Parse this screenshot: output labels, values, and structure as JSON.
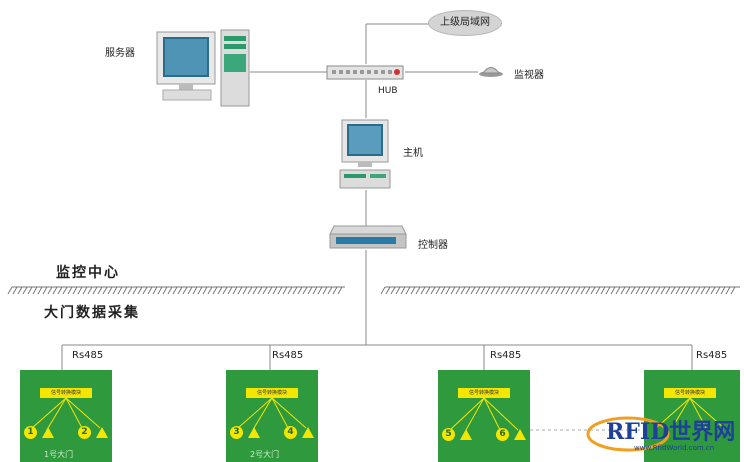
{
  "nodes": {
    "internet": "上级局域网",
    "server": "服务器",
    "monitor": "监视器",
    "hub": "HUB",
    "host": "主机",
    "controller": "控制器"
  },
  "sections": {
    "monitoring_center": "监控中心",
    "gate_data": "大门数据采集"
  },
  "modules": [
    {
      "rs": "Rs485",
      "title": "信号转换模块",
      "n1": "1",
      "n2": "2",
      "bottom": "1号大门"
    },
    {
      "rs": "Rs485",
      "title": "信号转换模块",
      "n1": "3",
      "n2": "4",
      "bottom": "2号大门"
    },
    {
      "rs": "Rs485",
      "title": "信号转换模块",
      "n1": "5",
      "n2": "6",
      "bottom": ""
    },
    {
      "rs": "Rs485",
      "title": "信号转换模块",
      "n1": "",
      "n2": "",
      "bottom": ""
    }
  ],
  "logo": {
    "main": "RFID世界网",
    "sub": "www.RfidWorld.com.cn"
  },
  "colors": {
    "module_green": "#2e9a3d",
    "module_yellow": "#f5e600",
    "line_gray": "#888888",
    "logo_blue": "#1e3f9a"
  }
}
